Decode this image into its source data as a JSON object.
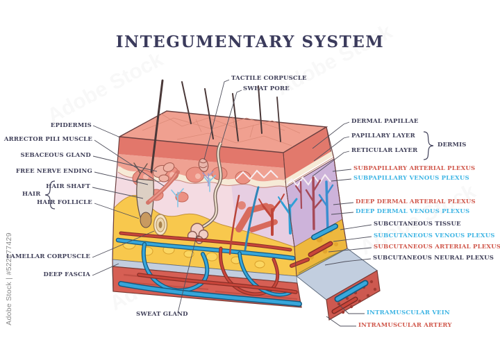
{
  "title": "INTEGUMENTARY SYSTEM",
  "watermark": {
    "side_text": "Adobe Stock | #522177429",
    "tile_text": "Adobe Stock"
  },
  "colors": {
    "title_navy": "#3b3b5c",
    "label_dark": "#3f3f58",
    "artery_label_red": "#d0584c",
    "vein_label_blue": "#3fb5e4",
    "epidermis_salmon": "#f0a090",
    "dermis_front_pink": "#f4dbe2",
    "dermis_side_purple": "#cdb3da",
    "subcutaneous_yellow": "#f8c84d",
    "deep_fascia_gray": "#c2cedf",
    "muscle_red": "#d65f54",
    "artery_red": "#c8453a",
    "vein_blue": "#36a6da"
  },
  "labels": {
    "tactile_corpuscle": "TACTILE CORPUSCLE",
    "sweat_pore": "SWEAT PORE",
    "epidermis": "EPIDERMIS",
    "arrector_pili_muscle": "ARRECTOR PILI MUSCLE",
    "sebaceous_gland": "SEBACEOUS GLAND",
    "free_nerve_ending": "FREE NERVE ENDING",
    "hair": "HAIR",
    "hair_shaft": "HAIR SHAFT",
    "hair_follicle": "HAIR FOLLICLE",
    "lamellar_corpuscle": "LAMELLAR CORPUSCLE",
    "deep_fascia": "DEEP FASCIA",
    "sweat_gland": "SWEAT GLAND",
    "dermal_papillae": "DERMAL PAPILLAE",
    "papillary_layer": "PAPILLARY LAYER",
    "reticular_layer": "RETICULAR LAYER",
    "dermis": "DERMIS",
    "subpapillary_arterial_plexus": "SUBPAPILLARY ARTERIAL PLEXUS",
    "subpapillary_venous_plexus": "SUBPAPILLARY VENOUS PLEXUS",
    "deep_dermal_arterial_plexus": "DEEP DERMAL ARTERIAL PLEXUS",
    "deep_dermal_venous_plexus": "DEEP DERMAL VENOUS PLEXUS",
    "subcutaneous_tissue": "SUBCUTANEOUS TISSUE",
    "subcutaneous_venous_plexus": "SUBCUTANEOUS VENOUS PLEXUS",
    "subcutaneous_arterial_plexus": "SUBCUTANEOUS ARTERIAL PLEXUS",
    "subcutaneous_neural_plexus": "SUBCUTANEOUS NEURAL PLEXUS",
    "intramuscular_vein": "INTRAMUSCULAR VEIN",
    "intramuscular_artery": "INTRAMUSCULAR ARTERY"
  }
}
